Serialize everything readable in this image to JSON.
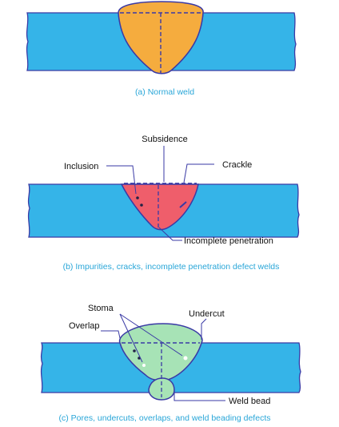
{
  "colors": {
    "plate": "#35b4e8",
    "outline": "#3a3aa5",
    "normal_weld": "#f5ac3e",
    "defect_weld": "#ef5e6b",
    "bead_weld": "#a7e3b6",
    "caption": "#29a6d8",
    "text": "#111111"
  },
  "panel_a": {
    "caption": "(a) Normal weld"
  },
  "panel_b": {
    "caption": "(b) Impurities, cracks, incomplete penetration defect welds",
    "labels": {
      "subsidence": "Subsidence",
      "inclusion": "Inclusion",
      "crackle": "Crackle",
      "incomplete_penetration": "Incomplete penetration"
    }
  },
  "panel_c": {
    "caption": "(c) Pores, undercuts, overlaps, and weld beading defects",
    "labels": {
      "stoma": "Stoma",
      "undercut": "Undercut",
      "overlap": "Overlap",
      "weld_bead": "Weld bead"
    }
  }
}
